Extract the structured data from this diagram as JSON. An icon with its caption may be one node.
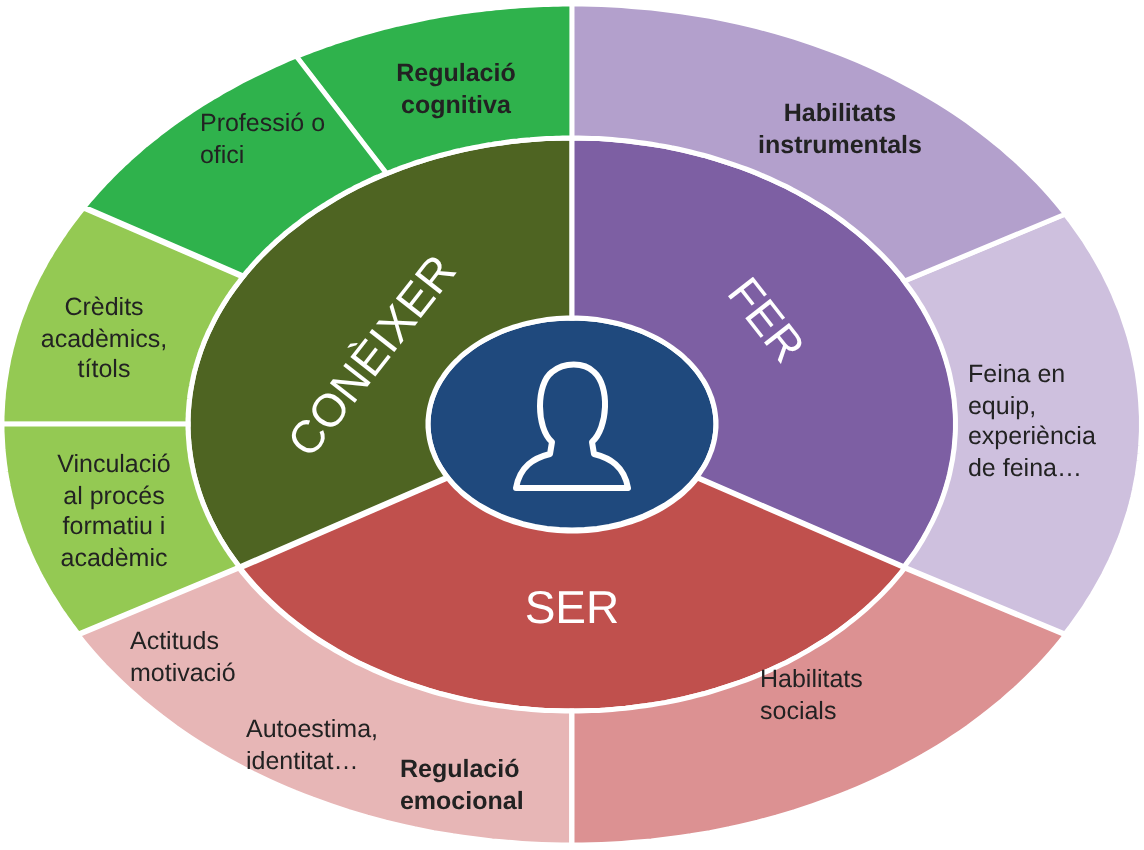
{
  "diagram": {
    "nodes": [
      {
        "text": [],
        "shape": "circle"
      },
      {
        "text": [
          "CONÈIXER"
        ]
      },
      {
        "text": [
          "FER"
        ]
      },
      {
        "text": [
          "SER"
        ]
      },
      {
        "text": [
          "Regulació cognitiva"
        ]
      },
      {
        "text": [
          "Professió o ofici"
        ]
      },
      {
        "text": [
          "Crèdits acadèmics, títols"
        ]
      },
      {
        "text": [
          "Vinculació al procés formatiu i acadèmic"
        ]
      },
      {
        "text": [
          "Actituds motivació",
          "Autoestima, identitat…",
          "Regulació emocional"
        ]
      },
      {
        "text": [
          "Habilitats socials"
        ]
      },
      {
        "text": [
          "Feina en equip, experiència de feina…"
        ]
      },
      {
        "text": [
          "Habilitats instrumentals"
        ]
      }
    ]
  }
}
